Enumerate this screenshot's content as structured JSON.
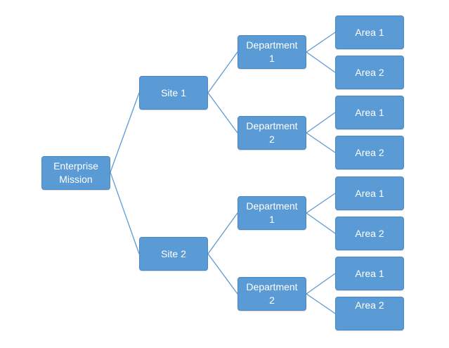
{
  "diagram": {
    "colors": {
      "node_fill": "#5b9bd5",
      "node_border": "#4a88c2",
      "node_text": "#ffffff",
      "connector": "#5b9bd5"
    },
    "root": {
      "line1": "Enterprise",
      "line2": "Mission"
    },
    "sites": [
      {
        "label": "Site 1",
        "departments": [
          {
            "line1": "Department",
            "line2": "1",
            "areas": [
              "Area 1",
              "Area 2"
            ]
          },
          {
            "line1": "Department",
            "line2": "2",
            "areas": [
              "Area 1",
              "Area 2"
            ]
          }
        ]
      },
      {
        "label": "Site 2",
        "departments": [
          {
            "line1": "Department",
            "line2": "1",
            "areas": [
              "Area 1",
              "Area 2"
            ]
          },
          {
            "line1": "Department",
            "line2": "2",
            "areas": [
              "Area 1",
              "Area 2"
            ]
          }
        ]
      }
    ]
  }
}
